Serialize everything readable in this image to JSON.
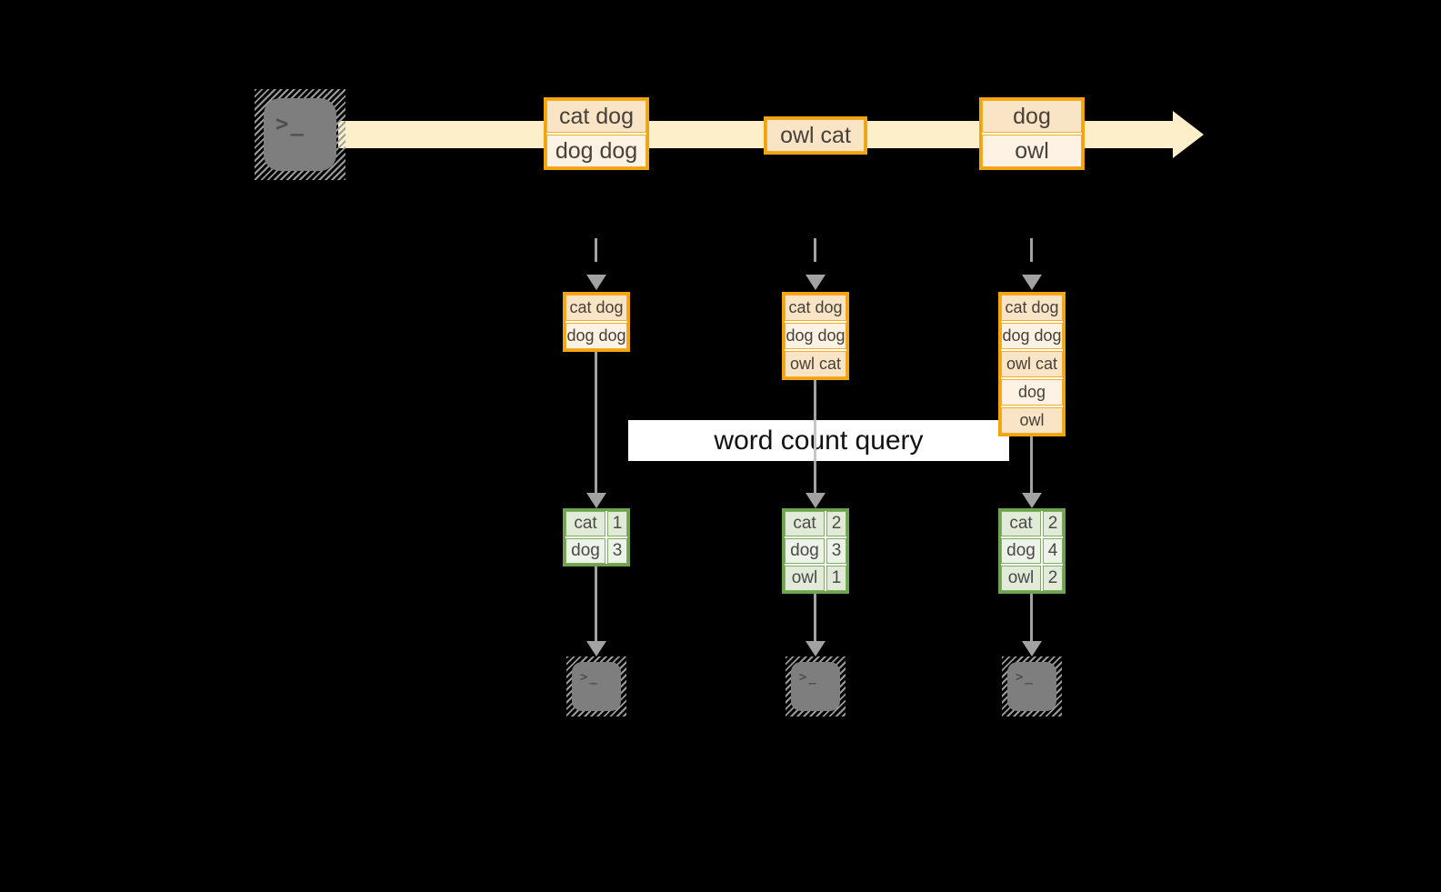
{
  "colors": {
    "background": "#000000",
    "stream_band": "#FCEFC9",
    "gold_border": "#F2A50F",
    "peach_fill": "#FAE4C6",
    "cream_fill": "#FDF2E3",
    "green_border": "#6FA351",
    "green_fill": "#E1EBD8",
    "arrow_gray": "#A2A2A2",
    "terminal_gray": "#7E7E7E"
  },
  "icons": {
    "source_terminal": "terminal-icon",
    "sink_terminal": "terminal-icon",
    "terminal_prompt": ">_"
  },
  "banner": {
    "label": "word count query"
  },
  "stream": {
    "messages": [
      {
        "lines": [
          "cat dog",
          "dog dog"
        ]
      },
      {
        "lines": [
          "owl cat"
        ]
      },
      {
        "lines": [
          "dog",
          "owl"
        ]
      }
    ]
  },
  "workers": [
    {
      "buffer": [
        "cat dog",
        "dog dog"
      ],
      "counts": [
        {
          "word": "cat",
          "count": "1"
        },
        {
          "word": "dog",
          "count": "3"
        }
      ]
    },
    {
      "buffer": [
        "cat dog",
        "dog dog",
        "owl cat"
      ],
      "counts": [
        {
          "word": "cat",
          "count": "2"
        },
        {
          "word": "dog",
          "count": "3"
        },
        {
          "word": "owl",
          "count": "1"
        }
      ]
    },
    {
      "buffer": [
        "cat dog",
        "dog dog",
        "owl cat",
        "dog",
        "owl"
      ],
      "counts": [
        {
          "word": "cat",
          "count": "2"
        },
        {
          "word": "dog",
          "count": "4"
        },
        {
          "word": "owl",
          "count": "2"
        }
      ]
    }
  ]
}
